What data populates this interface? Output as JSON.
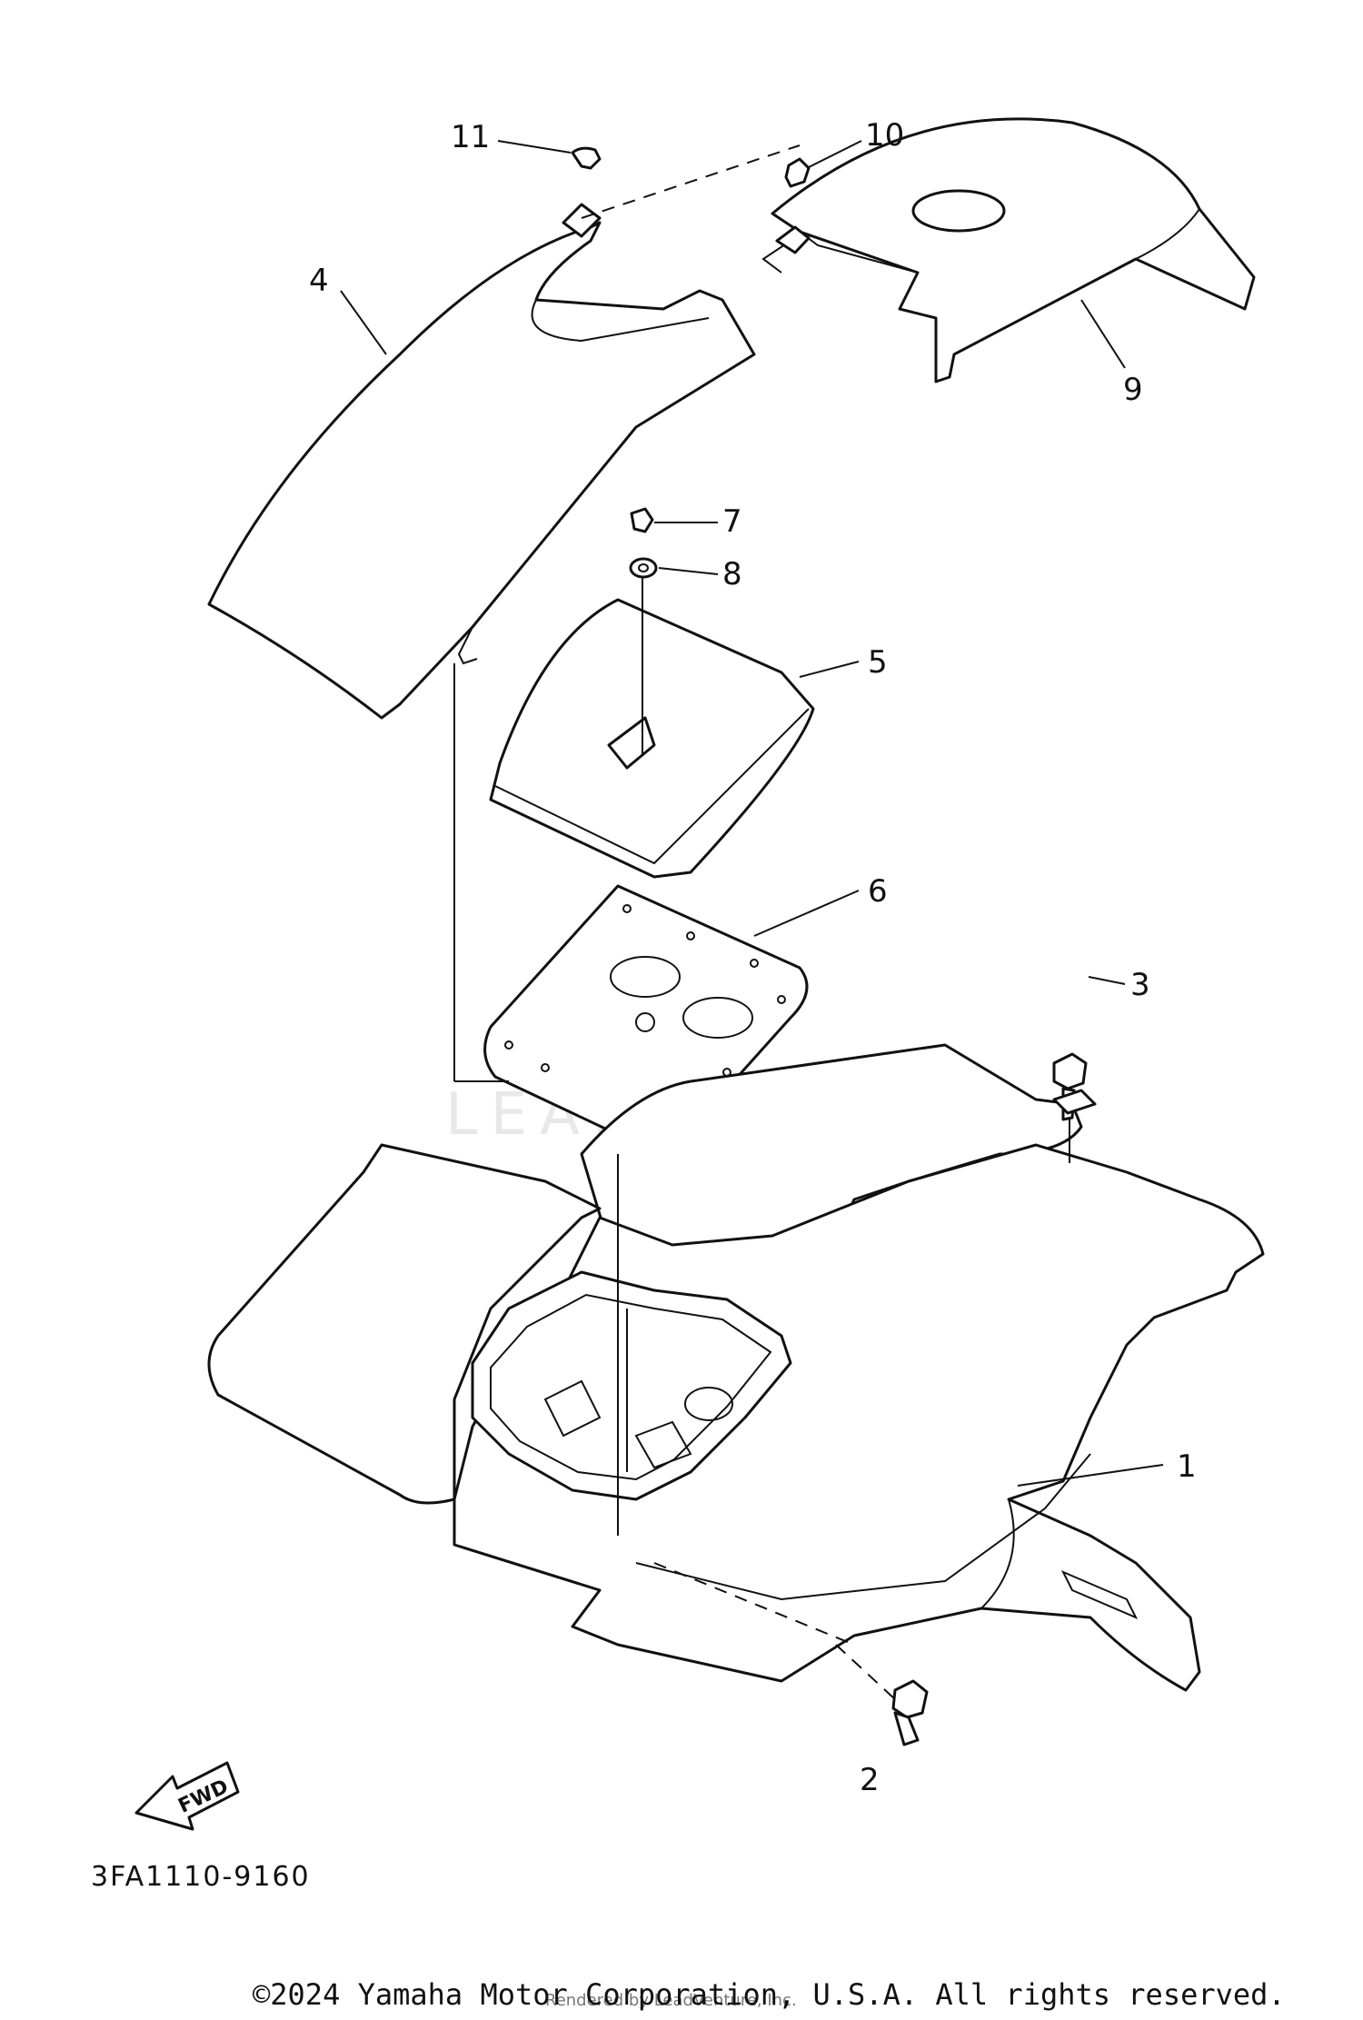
{
  "diagram": {
    "callouts": [
      {
        "id": "c1",
        "label": "1"
      },
      {
        "id": "c2",
        "label": "2"
      },
      {
        "id": "c3",
        "label": "3"
      },
      {
        "id": "c4",
        "label": "4"
      },
      {
        "id": "c5",
        "label": "5"
      },
      {
        "id": "c6",
        "label": "6"
      },
      {
        "id": "c7",
        "label": "7"
      },
      {
        "id": "c8",
        "label": "8"
      },
      {
        "id": "c9",
        "label": "9"
      },
      {
        "id": "c10",
        "label": "10"
      },
      {
        "id": "c11",
        "label": "11"
      }
    ],
    "fwd_label": "FWD",
    "diagram_code": "3FA1110-9160",
    "watermark": "LEADVENTURE",
    "copyright": "©2024 Yamaha Motor Corporation, U.S.A. All rights reserved.",
    "rendered_by": "Rendered by LeadVenture, Inc."
  }
}
